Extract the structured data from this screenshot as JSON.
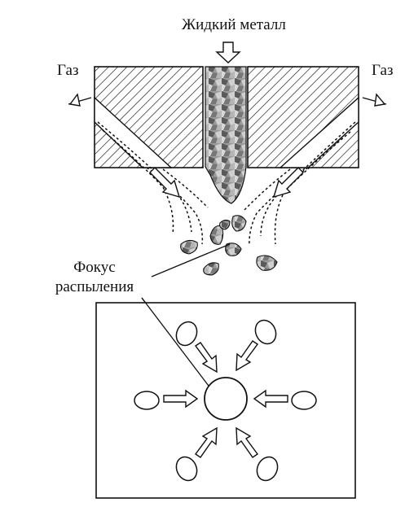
{
  "labels": {
    "liquid_metal": "Жидкий металл",
    "gas_left": "Газ",
    "gas_right": "Газ",
    "focus_line1": "Фокус",
    "focus_line2": "распыления"
  },
  "colors": {
    "ink": "#111111",
    "metal_dark": "#5a5a5a",
    "metal_light": "#bdbdbd"
  },
  "icons": {
    "gas_nozzle": "triangle-nozzle-icon",
    "flow_arrow": "hollow-arrow-icon"
  }
}
